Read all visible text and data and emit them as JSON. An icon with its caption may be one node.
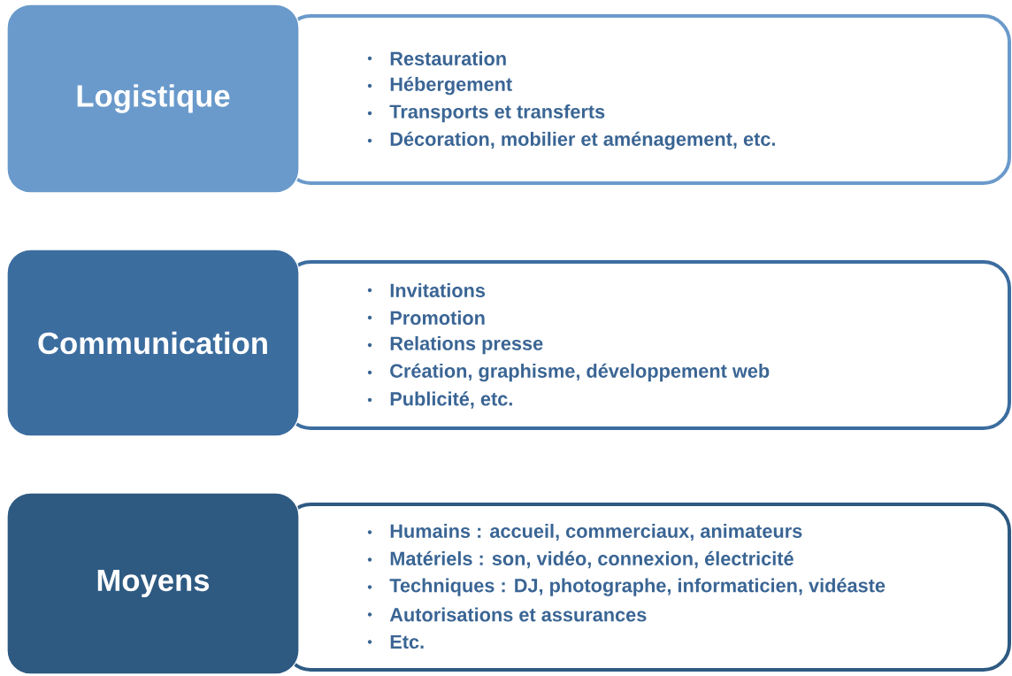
{
  "diagram": {
    "nodes": [
      {
        "text": [
          "Logistique"
        ]
      },
      {
        "text": [
          "Restauration",
          "Hébergement",
          "Transports et transferts",
          "Décoration, mobilier et aménagement, etc."
        ]
      },
      {
        "text": [
          "Communication"
        ]
      },
      {
        "text": [
          "Invitations",
          "Promotion",
          "Relations presse",
          "Création, graphisme, développement web",
          "Publicité, etc."
        ]
      },
      {
        "text": [
          "Moyens"
        ]
      },
      {
        "text": [
          "Humains : accueil, commerciaux, animateurs",
          "Matériels : son, vidéo, connexion, électricité",
          "Techniques : DJ, photographe, informaticien, vidéaste",
          "Autorisations et assurances",
          "Etc."
        ]
      }
    ]
  }
}
